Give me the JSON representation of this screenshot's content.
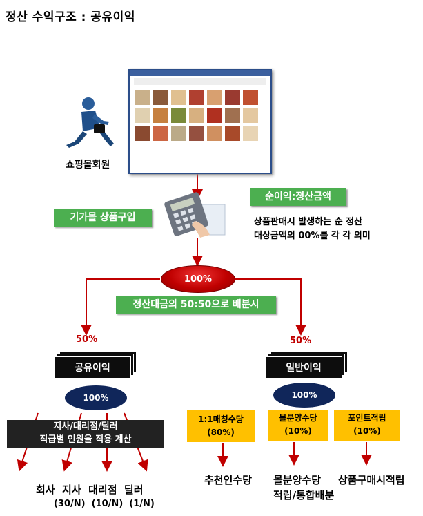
{
  "title": "정산 수익구조 : 공유이익",
  "member_label": "쇼핑몰회원",
  "purchase_label": "기가몰 상품구입",
  "net_profit": {
    "badge": "순이익:정산금액",
    "desc_line1": "상품판매시 발생하는 순 정산",
    "desc_line2": "대상금액의 00%를 각 각 의미"
  },
  "total_pct": "100%",
  "split_label": "정산대금의 50:50으로 배분시",
  "left": {
    "pct": "50%",
    "stack_label": "공유이익",
    "ellipse_pct": "100%",
    "bar_line1": "지사/대리점/딜러",
    "bar_line2": "직급별 인원을 적용 계산",
    "bottom_names": "회사  지사  대리점  딜러",
    "bottom_ratios": "(30/N)  (10/N)  (1/N)"
  },
  "right": {
    "pct": "50%",
    "stack_label": "일반이익",
    "ellipse_pct": "100%",
    "boxes": [
      {
        "line1": "1:1매칭수당",
        "line2": "(80%)",
        "result1": "추천인수당",
        "result2": ""
      },
      {
        "line1": "몰분양수당",
        "line2": "(10%)",
        "result1": "몰분양수당",
        "result2": "적립/통합배분"
      },
      {
        "line1": "포인트적립",
        "line2": "(10%)",
        "result1": "상품구매시적립",
        "result2": ""
      }
    ]
  },
  "colors": {
    "accent_red": "#c00000",
    "green": "#4caf50",
    "navy": "#10265a",
    "yellow": "#ffc000"
  }
}
